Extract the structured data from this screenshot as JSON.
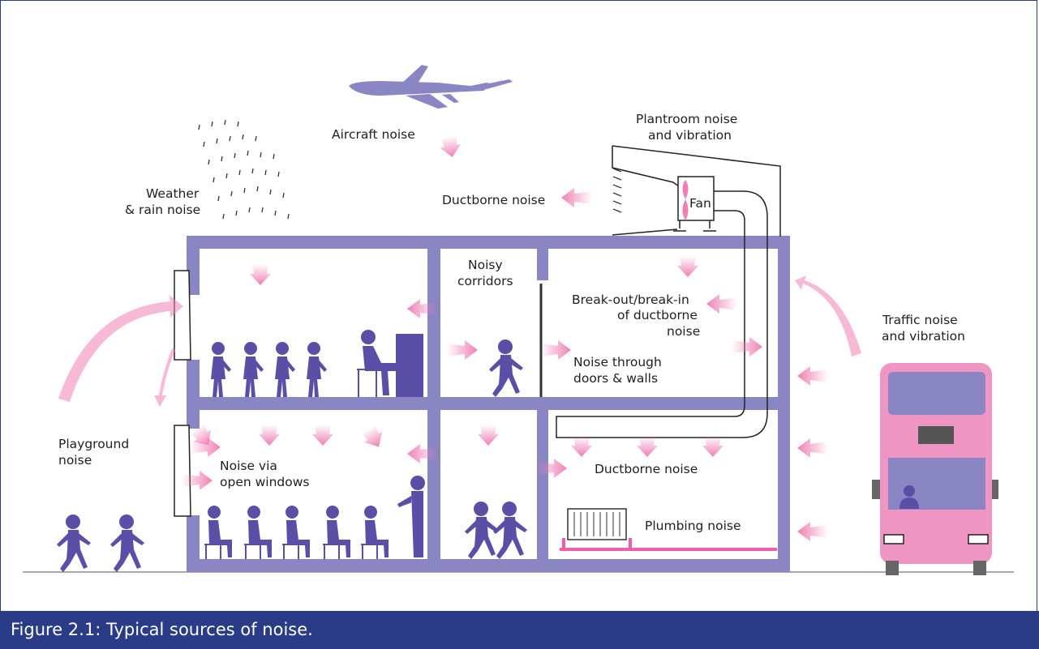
{
  "figure": {
    "caption": "Figure 2.1: Typical sources of noise.",
    "labels": {
      "aircraft": "Aircraft noise",
      "plantroom_1": "Plantroom noise",
      "plantroom_2": "and vibration",
      "weather_1": "Weather",
      "weather_2": "& rain noise",
      "ductborne_top": "Ductborne noise",
      "fan": "Fan",
      "corridors_1": "Noisy",
      "corridors_2": "corridors",
      "breakout_1": "Break-out/break-in",
      "breakout_2": "of ductborne",
      "breakout_3": "noise",
      "traffic_1": "Traffic noise",
      "traffic_2": "and vibration",
      "doors_1": "Noise through",
      "doors_2": "doors & walls",
      "playground_1": "Playground",
      "playground_2": "noise",
      "windows_1": "Noise via",
      "windows_2": "open windows",
      "ductborne_bottom": "Ductborne noise",
      "plumbing": "Plumbing noise"
    },
    "colors": {
      "building": "#8a86c3",
      "figures": "#5a4fa6",
      "arrow": "#ef7fb5",
      "bus": "#ee95c4",
      "caption_bg": "#2a3b88"
    }
  }
}
